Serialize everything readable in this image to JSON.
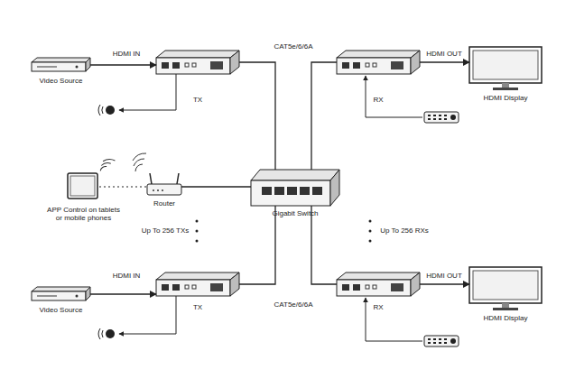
{
  "diagram": {
    "nodes": [
      {
        "text": [
          "Video Source"
        ]
      },
      {
        "text": [
          "TX"
        ]
      },
      {
        "text": [
          "RX"
        ]
      },
      {
        "text": [
          "HDMI Display"
        ]
      },
      {
        "text": [
          "APP Control on tablets or mobile phones"
        ]
      },
      {
        "text": [
          "Router"
        ]
      },
      {
        "text": [
          "Gigabit Switch"
        ]
      },
      {
        "text": [
          "Video Source"
        ]
      },
      {
        "text": [
          "TX"
        ]
      },
      {
        "text": [
          "RX"
        ]
      },
      {
        "text": [
          "HDMI Display"
        ]
      }
    ],
    "edges": [
      {
        "from": 0,
        "to": 1,
        "arrow": "to",
        "label": "HDMI IN"
      },
      {
        "from": 2,
        "to": 3,
        "arrow": "to",
        "label": "HDMI OUT"
      },
      {
        "from": 1,
        "to": 6,
        "arrow": "none",
        "label": "CAT5e/6/6A"
      },
      {
        "from": 2,
        "to": 6,
        "arrow": "none"
      },
      {
        "from": 4,
        "to": 5,
        "arrow": "none"
      },
      {
        "from": 5,
        "to": 6,
        "arrow": "none"
      },
      {
        "from": 7,
        "to": 8,
        "arrow": "to",
        "label": "HDMI IN"
      },
      {
        "from": 9,
        "to": 10,
        "arrow": "to",
        "label": "HDMI OUT"
      },
      {
        "from": 8,
        "to": 6,
        "arrow": "none",
        "label": "CAT5e/6/6A"
      },
      {
        "from": 9,
        "to": 6,
        "arrow": "none"
      }
    ],
    "labels": [
      "Up To 256 TXs",
      "Up To 256 RXs"
    ]
  }
}
